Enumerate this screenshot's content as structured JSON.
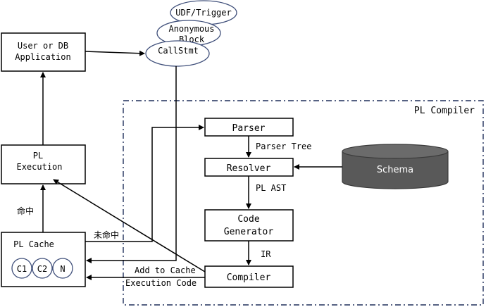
{
  "ovals": {
    "udf_trigger": "UDF/Trigger",
    "anon_line1": "Anonymous",
    "anon_line2": "Block",
    "callstmt": "CallStmt"
  },
  "boxes": {
    "user_app_line1": "User or DB",
    "user_app_line2": "Application",
    "pl_exec_line1": "PL",
    "pl_exec_line2": "Execution",
    "pl_cache": "PL Cache",
    "parser": "Parser",
    "resolver": "Resolver",
    "codegen_line1": "Code",
    "codegen_line2": "Generator",
    "compiler": "Compiler",
    "schema": "Schema"
  },
  "cache_items": [
    "C1",
    "C2",
    "N"
  ],
  "region": {
    "pl_compiler": "PL Compiler"
  },
  "edge_labels": {
    "hit": "命中",
    "miss": "未命中",
    "parser_tree": "Parser Tree",
    "pl_ast": "PL AST",
    "ir": "IR",
    "add_to_cache": "Add to Cache",
    "execution_code": "Execution Code"
  },
  "colors": {
    "stroke": "#000000",
    "oval_stroke": "#3f4f7a",
    "schema_fill": "#595959",
    "schema_text": "#ffffff",
    "region_stroke": "#1f2f5a"
  }
}
